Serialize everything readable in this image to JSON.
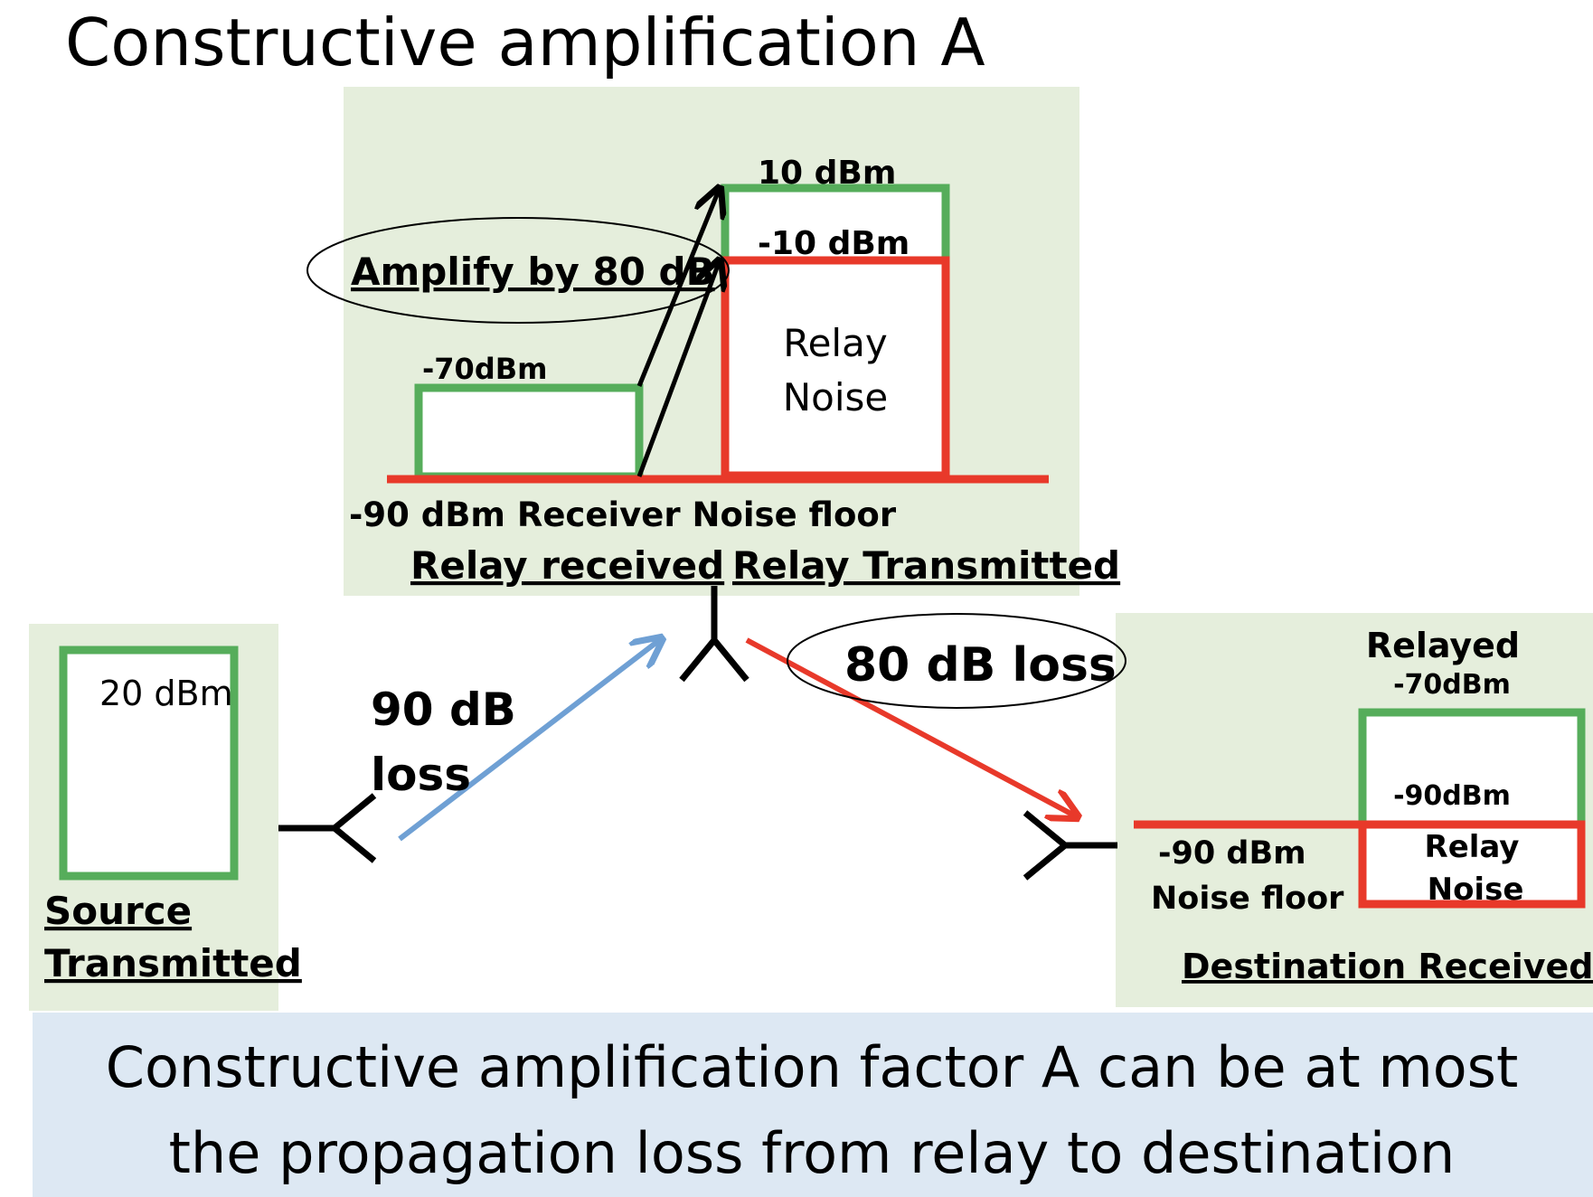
{
  "title": "Constructive amplification A",
  "relay": {
    "amplify_label": "Amplify by 80 dB",
    "received_level": "-70dBm",
    "transmitted_level": "10 dBm",
    "noise_level": "-10 dBm",
    "noise_text_line1": "Relay",
    "noise_text_line2": "Noise",
    "noise_floor": "-90 dBm Receiver Noise floor",
    "received_caption": "Relay received",
    "transmitted_caption": "Relay Transmitted"
  },
  "source": {
    "power": "20 dBm",
    "caption_line1": "Source",
    "caption_line2": "Transmitted"
  },
  "links": {
    "uplink_loss_line1": "90 dB",
    "uplink_loss_line2": "loss",
    "downlink_loss": "80 dB loss"
  },
  "destination": {
    "relayed_label": "Relayed",
    "relayed_level": "-70dBm",
    "noise_level": "-90dBm",
    "noise_text_line1": "Relay",
    "noise_text_line2": "Noise",
    "floor_line1": "-90 dBm",
    "floor_line2": "Noise floor",
    "caption": "Destination Received"
  },
  "conclusion": {
    "line1": "Constructive amplification factor A can be at most",
    "line2": "the propagation loss from relay to destination"
  },
  "colors": {
    "panel_bg": "#e5eedc",
    "conclusion_bg": "#dde8f3",
    "signal_green": "#56ad5b",
    "noise_red": "#e8392a",
    "uplink_blue": "#6fa0d4",
    "ink": "#000000"
  }
}
